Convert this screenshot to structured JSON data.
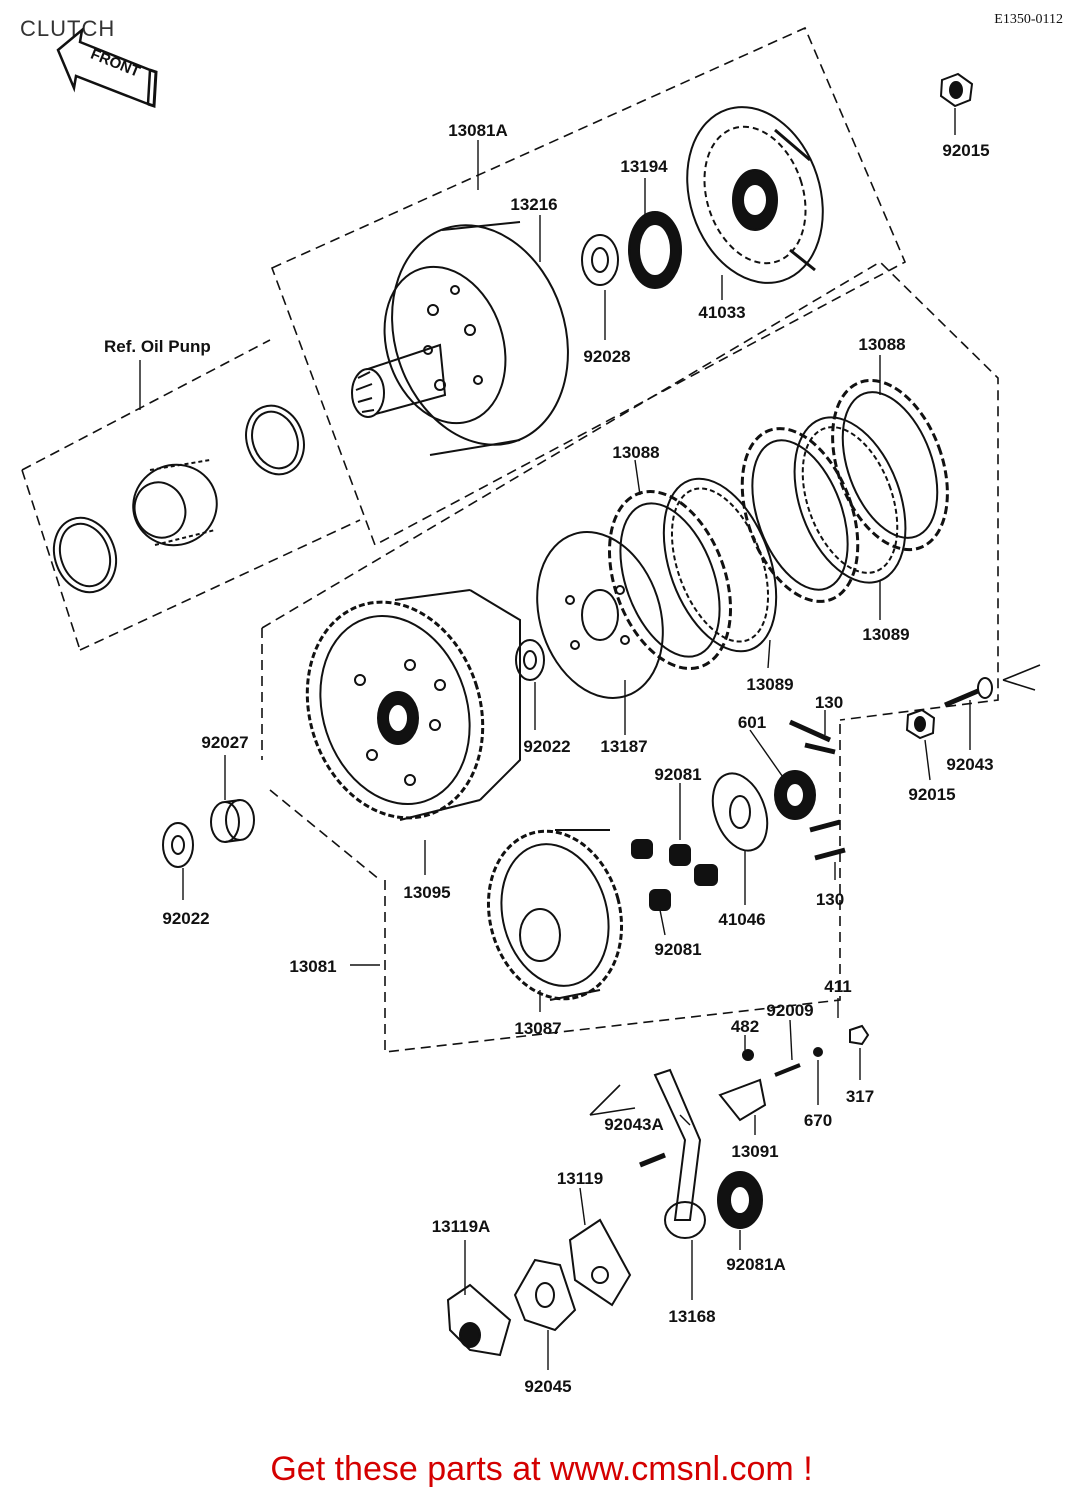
{
  "header": {
    "title": "CLUTCH",
    "diagram_code": "E1350-0112",
    "front_label": "FRONT"
  },
  "parts": {
    "p13081A": "13081A",
    "p13216": "13216",
    "p13194": "13194",
    "p92015_top": "92015",
    "p41033": "41033",
    "p92028": "92028",
    "ref_oil_pump": "Ref. Oil Punp",
    "p13088_top": "13088",
    "p13088_mid": "13088",
    "p13089_right": "13089",
    "p13089_mid": "13089",
    "p92022_mid": "92022",
    "p13187": "13187",
    "p130_top": "130",
    "p601": "601",
    "p92043": "92043",
    "p92015_mid": "92015",
    "p92027": "92027",
    "p92081_top": "92081",
    "p92022_left": "92022",
    "p13095": "13095",
    "p41046": "41046",
    "p130_bottom": "130",
    "p92081_bottom": "92081",
    "p13081": "13081",
    "p13087": "13087",
    "p411": "411",
    "p92009": "92009",
    "p482": "482",
    "p317": "317",
    "p670": "670",
    "p92043A": "92043A",
    "p13091": "13091",
    "p13119": "13119",
    "p13119A": "13119A",
    "p92081A": "92081A",
    "p13168": "13168",
    "p92045": "92045"
  },
  "footer": {
    "text": "Get these parts at www.cmsnl.com !",
    "color": "#d40000"
  }
}
